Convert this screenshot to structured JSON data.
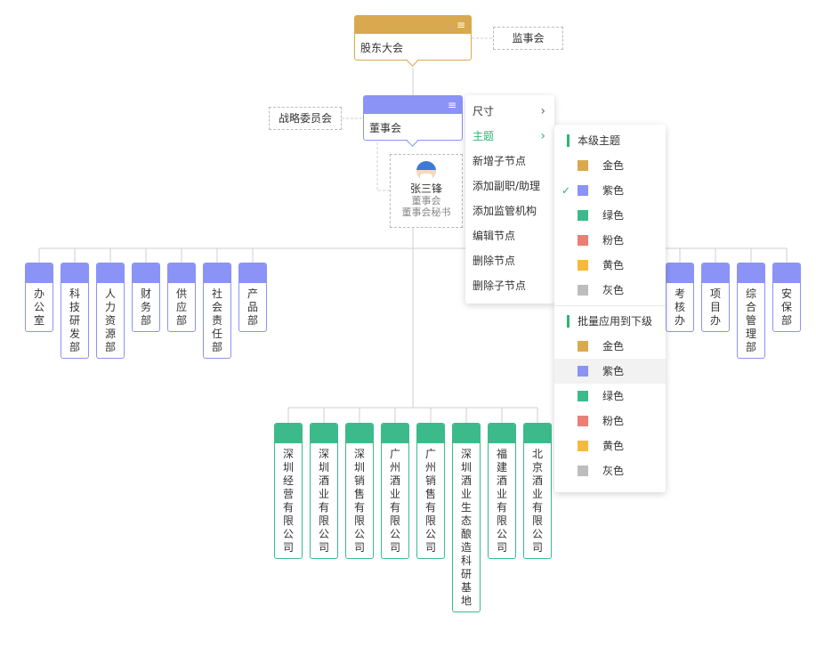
{
  "colors": {
    "gold": "#d9a94f",
    "purple": "#8b93f6",
    "green": "#3dba8c",
    "pink": "#ec7e74",
    "yellow": "#f5b93e",
    "gray": "#bdbdbd"
  },
  "icons": {
    "node_menu": "hamburger-icon",
    "submenu": "chevron-right-icon",
    "selected": "check-icon",
    "person": "avatar-icon"
  },
  "shareholders": {
    "label": "股东大会",
    "menu_glyph": "≡"
  },
  "supervisors": {
    "label": "监事会"
  },
  "strategy": {
    "label": "战略委员会"
  },
  "board": {
    "label": "董事会",
    "menu_glyph": "≡"
  },
  "secretary": {
    "name": "张三锋",
    "dept": "董事会",
    "title": "董事会秘书"
  },
  "left_departments": [
    "办公室",
    "科技研发部",
    "人力资源部",
    "财务部",
    "供应部",
    "社会责任部",
    "产品部"
  ],
  "right_departments": [
    "考核办",
    "项目办",
    "综合管理部",
    "安保部"
  ],
  "subsidiaries": [
    "深圳经营有限公司",
    "深圳酒业有限公司",
    "深圳销售有限公司",
    "广州酒业有限公司",
    "广州销售有限公司",
    "深圳酒业生态酿造科研基地",
    "福建酒业有限公司",
    "北京酒业有限公司"
  ],
  "context_menu": {
    "items": [
      {
        "label": "尺寸",
        "has_sub": true
      },
      {
        "label": "主题",
        "has_sub": true,
        "active": true
      },
      {
        "label": "新增子节点"
      },
      {
        "label": "添加副职/助理"
      },
      {
        "label": "添加监管机构"
      },
      {
        "label": "编辑节点"
      },
      {
        "label": "删除节点"
      },
      {
        "label": "删除子节点"
      }
    ],
    "chevron_glyph": "›"
  },
  "theme_menu": {
    "section1": "本级主题",
    "section2": "批量应用到下级",
    "check_glyph": "✓",
    "options": [
      "金色",
      "紫色",
      "绿色",
      "粉色",
      "黄色",
      "灰色"
    ],
    "selected": "紫色",
    "highlighted_batch": "紫色"
  }
}
